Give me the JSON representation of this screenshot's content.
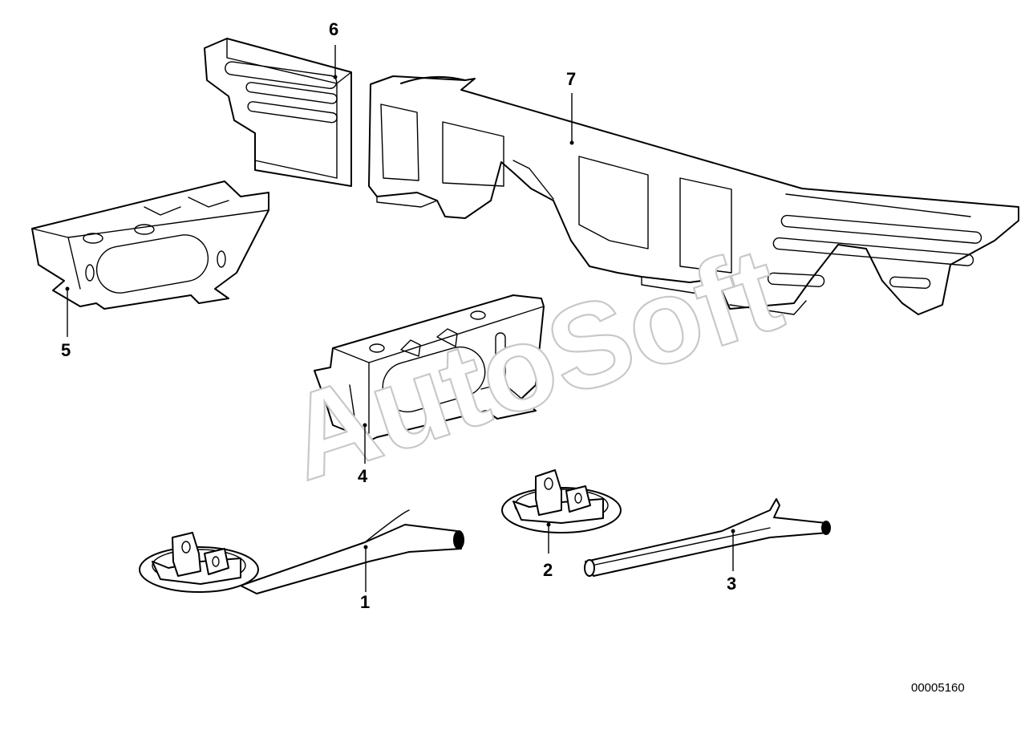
{
  "watermark": "AutoSoft",
  "reference_number": "00005160",
  "callouts": [
    {
      "id": "1",
      "label": "1"
    },
    {
      "id": "2",
      "label": "2"
    },
    {
      "id": "3",
      "label": "3"
    },
    {
      "id": "4",
      "label": "4"
    },
    {
      "id": "5",
      "label": "5"
    },
    {
      "id": "6",
      "label": "6"
    },
    {
      "id": "7",
      "label": "7"
    }
  ]
}
